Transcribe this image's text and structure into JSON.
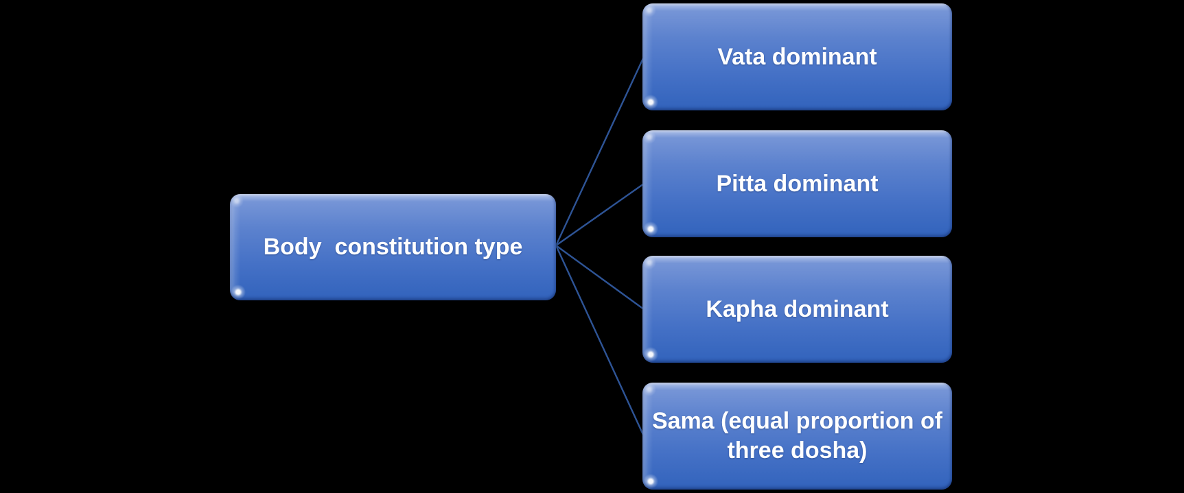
{
  "diagram": {
    "type": "hierarchy",
    "background_color": "#000000",
    "node_fill_top": "#7d9ad9",
    "node_fill_bottom": "#3263bc",
    "node_text_color": "#ffffff",
    "connector_color": "#2e5496",
    "root": {
      "id": "body-constitution-type",
      "label": "Body  constitution type"
    },
    "children": [
      {
        "id": "vata-dominant",
        "label": "Vata dominant"
      },
      {
        "id": "pitta-dominant",
        "label": "Pitta dominant"
      },
      {
        "id": "kapha-dominant",
        "label": "Kapha dominant"
      },
      {
        "id": "sama-equal-proportion",
        "label": "Sama (equal proportion of three dosha)"
      }
    ],
    "connections": [
      {
        "from": "body-constitution-type",
        "to": "vata-dominant"
      },
      {
        "from": "body-constitution-type",
        "to": "pitta-dominant"
      },
      {
        "from": "body-constitution-type",
        "to": "kapha-dominant"
      },
      {
        "from": "body-constitution-type",
        "to": "sama-equal-proportion"
      }
    ]
  }
}
